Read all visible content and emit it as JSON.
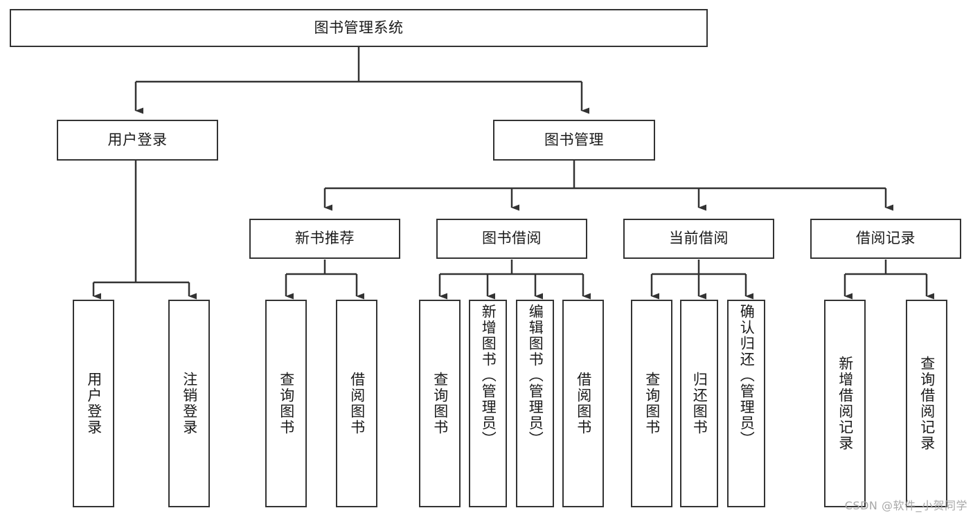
{
  "diagram": {
    "type": "tree-hierarchy",
    "title_node": {
      "label": "图书管理系统"
    },
    "level2": [
      {
        "id": "user-login",
        "label": "用户登录"
      },
      {
        "id": "book-manage",
        "label": "图书管理"
      }
    ],
    "level3": [
      {
        "id": "new-book-rec",
        "label": "新书推荐"
      },
      {
        "id": "book-borrow",
        "label": "图书借阅"
      },
      {
        "id": "current-borrow",
        "label": "当前借阅"
      },
      {
        "id": "borrow-record",
        "label": "借阅记录"
      }
    ],
    "leaves": [
      {
        "id": "leaf-user-login",
        "label": "用户登录",
        "parent": "user-login"
      },
      {
        "id": "leaf-logout",
        "label": "注销登录",
        "parent": "user-login"
      },
      {
        "id": "leaf-query-book-1",
        "label": "查询图书",
        "parent": "new-book-rec"
      },
      {
        "id": "leaf-borrow-book-1",
        "label": "借阅图书",
        "parent": "new-book-rec"
      },
      {
        "id": "leaf-query-book-2",
        "label": "查询图书",
        "parent": "book-borrow"
      },
      {
        "id": "leaf-add-book",
        "label": "新增图书（管理员）",
        "parent": "book-borrow"
      },
      {
        "id": "leaf-edit-book",
        "label": "编辑图书（管理员）",
        "parent": "book-borrow"
      },
      {
        "id": "leaf-borrow-book-2",
        "label": "借阅图书",
        "parent": "book-borrow"
      },
      {
        "id": "leaf-query-book-3",
        "label": "查询图书",
        "parent": "current-borrow"
      },
      {
        "id": "leaf-return-book",
        "label": "归还图书",
        "parent": "current-borrow"
      },
      {
        "id": "leaf-confirm-return",
        "label": "确认归还（管理员）",
        "parent": "current-borrow"
      },
      {
        "id": "leaf-add-record",
        "label": "新增借阅记录",
        "parent": "borrow-record"
      },
      {
        "id": "leaf-query-record",
        "label": "查询借阅记录",
        "parent": "borrow-record"
      }
    ],
    "colors": {
      "stroke": "#333333",
      "fill": "#ffffff",
      "text": "#1a1a1a",
      "watermark": "#a8a8a8"
    }
  },
  "watermark": {
    "text": "CSDN @软件_小贺同学"
  }
}
